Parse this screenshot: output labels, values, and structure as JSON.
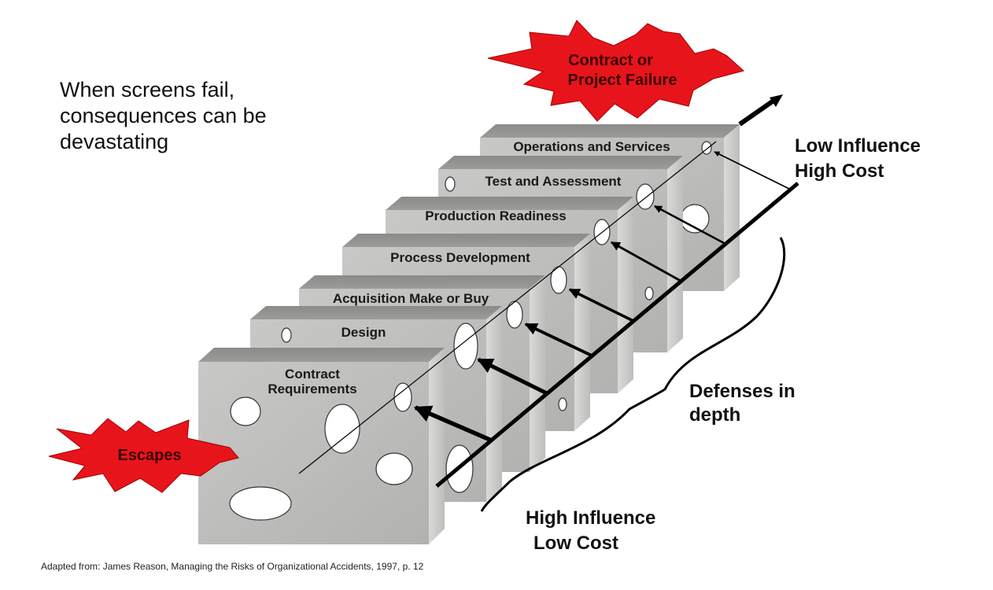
{
  "intro_text": "When screens fail, consequences can be devastating",
  "slices": [
    {
      "label": "Operations and Services"
    },
    {
      "label": "Test and Assessment"
    },
    {
      "label": "Production Readiness"
    },
    {
      "label": "Process Development"
    },
    {
      "label": "Acquisition Make or Buy"
    },
    {
      "label": "Design"
    },
    {
      "label_line1": "Contract",
      "label_line2": "Requirements"
    }
  ],
  "bursts": {
    "failure_line1": "Contract or",
    "failure_line2": "Project Failure",
    "escapes": "Escapes",
    "color": "#e8141c"
  },
  "annotations": {
    "low_line1": "Low Influence",
    "low_line2": "High Cost",
    "high_line1": "High Influence",
    "high_line2": "Low Cost",
    "defenses_line1": "Defenses in",
    "defenses_line2": "depth"
  },
  "credit": "Adapted from: James Reason, Managing the Risks of Organizational Accidents, 1997, p.  12"
}
